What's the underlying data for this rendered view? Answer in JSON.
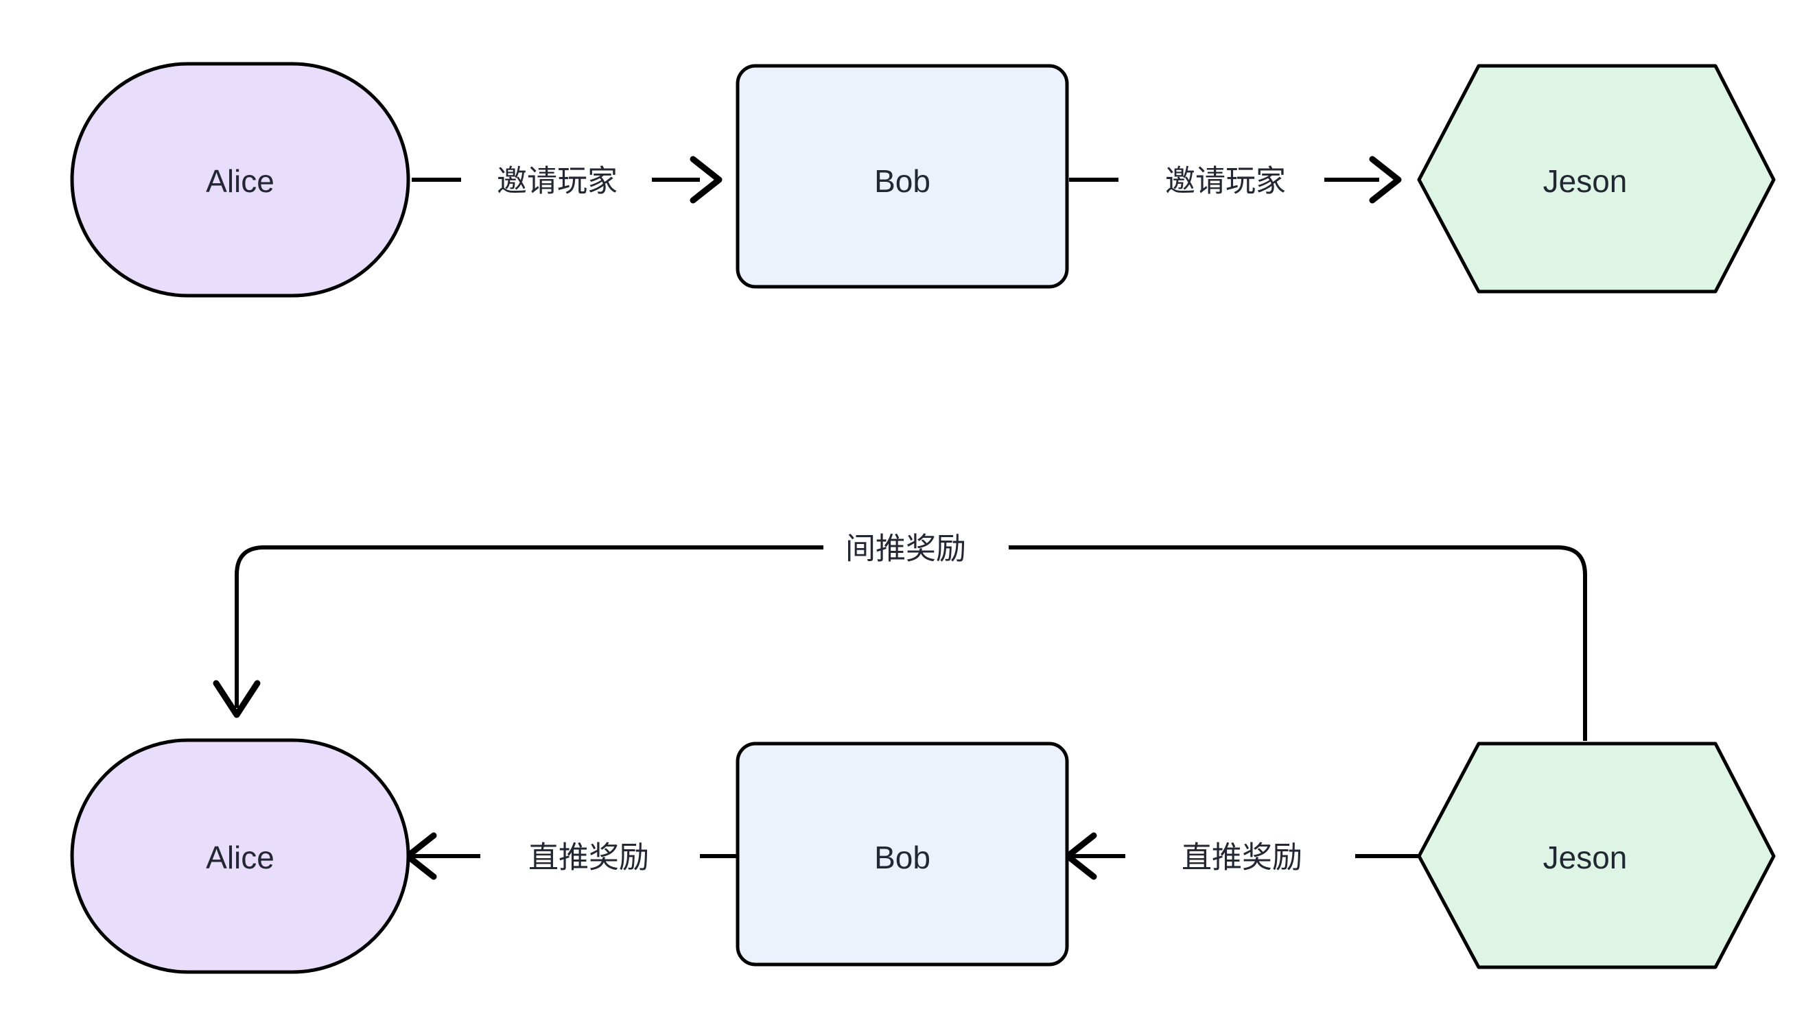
{
  "diagram": {
    "type": "flowchart",
    "title": "",
    "background_color": "#ffffff",
    "nodes": [
      {
        "id": "alice_top",
        "label": "Alice",
        "shape": "stadium",
        "fill": "#E8DDFA",
        "stroke": "#000000",
        "text_color": "#232733",
        "row": "top"
      },
      {
        "id": "bob_top",
        "label": "Bob",
        "shape": "rounded-rectangle",
        "fill": "#ECF2FC",
        "stroke": "#000000",
        "text_color": "#232733",
        "row": "top"
      },
      {
        "id": "jeson_top",
        "label": "Jeson",
        "shape": "hexagon",
        "fill": "#DEF5E6",
        "stroke": "#000000",
        "text_color": "#232733",
        "row": "top"
      },
      {
        "id": "alice_bottom",
        "label": "Alice",
        "shape": "stadium",
        "fill": "#E8DDFA",
        "stroke": "#000000",
        "text_color": "#232733",
        "row": "bottom"
      },
      {
        "id": "bob_bottom",
        "label": "Bob",
        "shape": "rounded-rectangle",
        "fill": "#ECF2FC",
        "stroke": "#000000",
        "text_color": "#232733",
        "row": "bottom"
      },
      {
        "id": "jeson_bottom",
        "label": "Jeson",
        "shape": "hexagon",
        "fill": "#DEF5E6",
        "stroke": "#000000",
        "text_color": "#232733",
        "row": "bottom"
      }
    ],
    "edges": [
      {
        "id": "edge-invite-alice-bob",
        "from": "alice_top",
        "to": "bob_top",
        "label": "邀请玩家",
        "direction": "right",
        "style": "straight"
      },
      {
        "id": "edge-invite-bob-jeson",
        "from": "bob_top",
        "to": "jeson_top",
        "label": "邀请玩家",
        "direction": "right",
        "style": "straight"
      },
      {
        "id": "edge-indirect-jeson-alice",
        "from": "jeson_bottom",
        "to": "alice_bottom",
        "label": "间推奖励",
        "direction": "left-down",
        "style": "routed-curve"
      },
      {
        "id": "edge-direct-bob-alice",
        "from": "bob_bottom",
        "to": "alice_bottom",
        "label": "直推奖励",
        "direction": "left",
        "style": "straight"
      },
      {
        "id": "edge-direct-jeson-bob",
        "from": "jeson_bottom",
        "to": "bob_bottom",
        "label": "直推奖励",
        "direction": "left",
        "style": "straight"
      }
    ]
  }
}
